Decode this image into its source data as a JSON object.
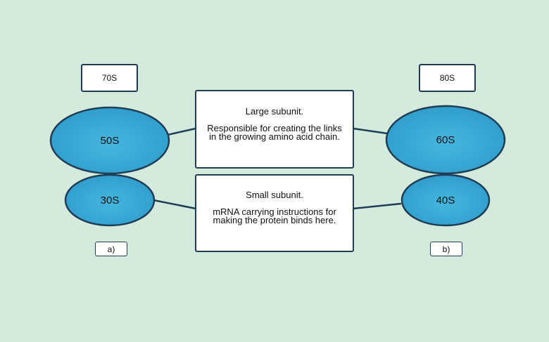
{
  "colors": {
    "background": "#d4eadc",
    "ellipse_fill": "#3aaad6",
    "ellipse_stroke": "#1f3e55",
    "connector": "#1f3e55",
    "box_border": "#1f3e55"
  },
  "left_ribosome": {
    "type_label": "70S",
    "large_subunit": "50S",
    "small_subunit": "30S",
    "caption": "a)"
  },
  "right_ribosome": {
    "type_label": "80S",
    "large_subunit": "60S",
    "small_subunit": "40S",
    "caption": "b)"
  },
  "large_subunit_info": {
    "title": "Large subunit.",
    "description": "Responsible for creating the links in the growing amino acid chain."
  },
  "small_subunit_info": {
    "title": "Small subunit.",
    "description": "mRNA carrying instructions for making the protein binds here."
  }
}
